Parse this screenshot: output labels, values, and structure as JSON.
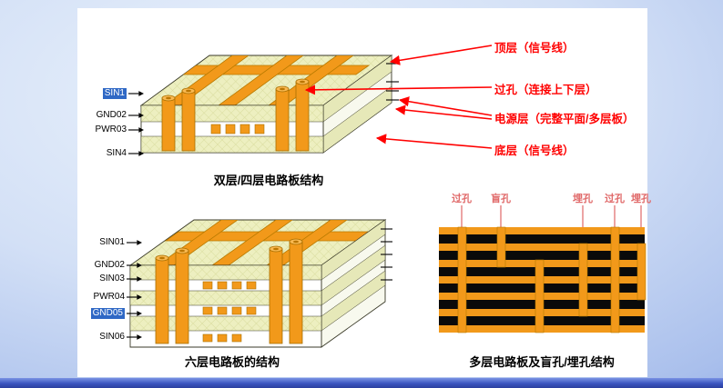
{
  "top_panel": {
    "layer_labels": [
      {
        "label": "SIN1",
        "highlighted": true
      },
      {
        "label": "GND02",
        "highlighted": false
      },
      {
        "label": "PWR03",
        "highlighted": false
      },
      {
        "label": "SIN4",
        "highlighted": false
      }
    ],
    "callouts": [
      {
        "label": "顶层（信号线）"
      },
      {
        "label": "过孔（连接上下层）"
      },
      {
        "label": "电源层（完整平面/多层板）"
      },
      {
        "label": "底层（信号线）"
      }
    ],
    "caption": "双层/四层电路板结构"
  },
  "bottom_left_panel": {
    "layer_labels": [
      {
        "label": "SIN01",
        "highlighted": false
      },
      {
        "label": "GND02",
        "highlighted": false
      },
      {
        "label": "SIN03",
        "highlighted": false
      },
      {
        "label": "PWR04",
        "highlighted": false
      },
      {
        "label": "GND05",
        "highlighted": true
      },
      {
        "label": "SIN06",
        "highlighted": false
      }
    ],
    "caption": "六层电路板的结构"
  },
  "bottom_right_panel": {
    "via_labels": [
      {
        "label": "过孔"
      },
      {
        "label": "盲孔"
      },
      {
        "label": "埋孔"
      },
      {
        "label": "过孔"
      },
      {
        "label": "埋孔"
      }
    ],
    "caption": "多层电路板及盲孔/埋孔结构"
  },
  "colors": {
    "callout_red": "#ff0000",
    "via_label_red": "#e06868",
    "highlight_blue": "#2f68c5",
    "copper_orange": "#f2991a",
    "board_green": "#edefc0",
    "substrate_black": "#0a0a0a"
  }
}
